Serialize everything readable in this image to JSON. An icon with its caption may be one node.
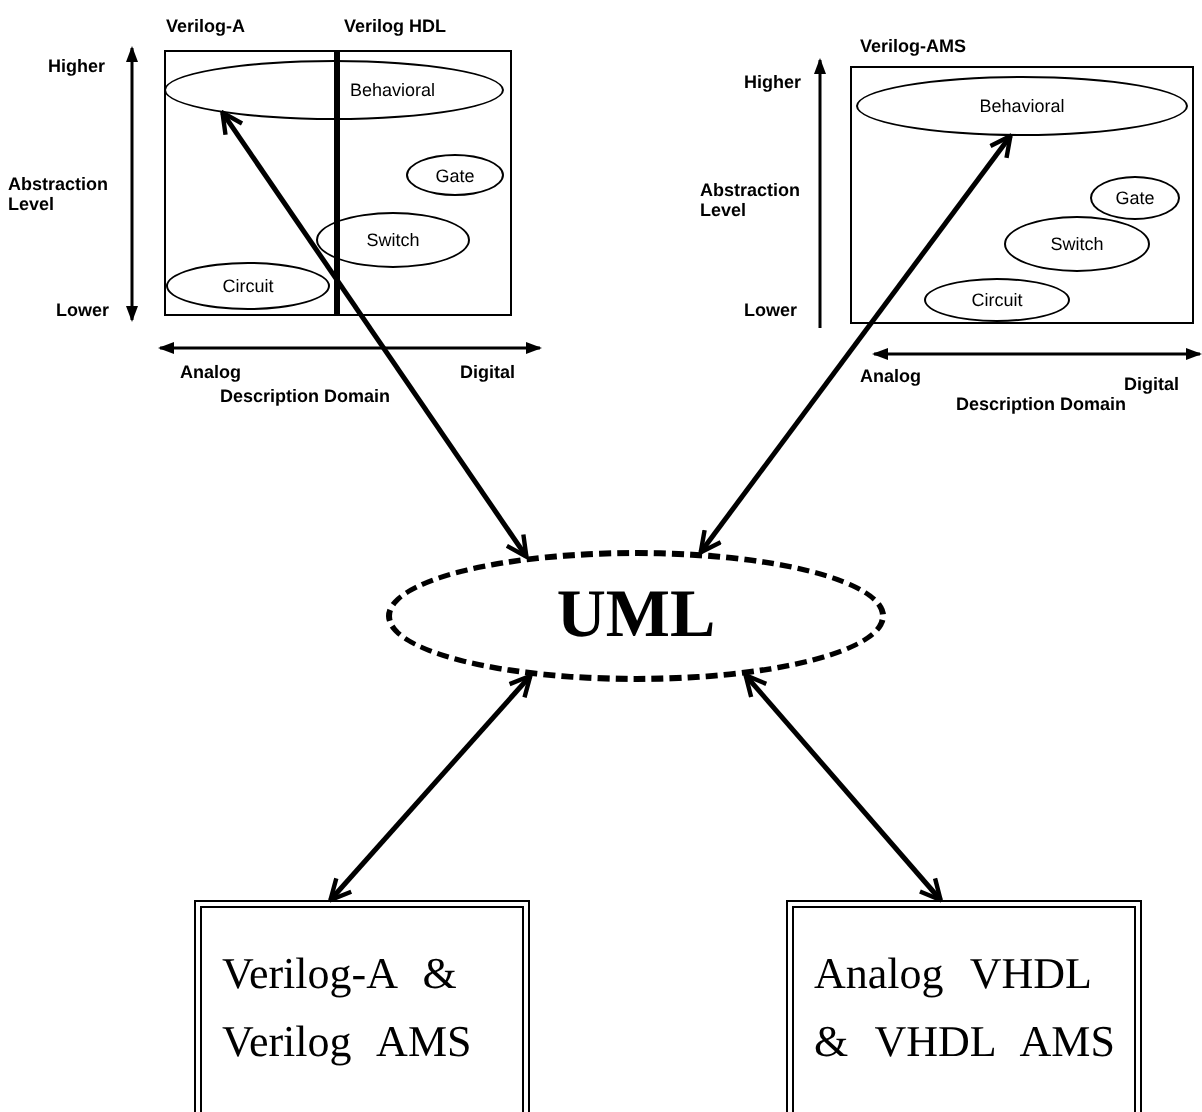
{
  "diagram": {
    "nodes": [
      {
        "text": [
          "Verilog-A",
          "Verilog HDL"
        ]
      },
      {
        "text": [
          "Behavioral"
        ],
        "in": 0
      },
      {
        "text": [
          "Gate"
        ],
        "in": 0
      },
      {
        "text": [
          "Switch"
        ],
        "in": 0
      },
      {
        "text": [
          "Circuit"
        ],
        "in": 0
      },
      {
        "text": [
          "Verilog-AMS"
        ]
      },
      {
        "text": [
          "Behavioral"
        ],
        "in": 5
      },
      {
        "text": [
          "Gate"
        ],
        "in": 5
      },
      {
        "text": [
          "Switch"
        ],
        "in": 5
      },
      {
        "text": [
          "Circuit"
        ],
        "in": 5
      },
      {
        "text": [
          "UML"
        ]
      },
      {
        "text": [
          "Verilog-A & Verilog AMS"
        ]
      },
      {
        "text": [
          "Analog VHDL & VHDL AMS"
        ]
      }
    ],
    "edges": [
      {
        "from": 1,
        "to": 10,
        "arrow": "both"
      },
      {
        "from": 6,
        "to": 10,
        "arrow": "both"
      },
      {
        "from": 10,
        "to": 11,
        "arrow": "both"
      },
      {
        "from": 10,
        "to": 12,
        "arrow": "both"
      }
    ],
    "labels": [
      "Higher",
      "Abstraction Level",
      "Lower",
      "Analog",
      "Digital",
      "Description Domain",
      "Higher",
      "Abstraction Level",
      "Lower",
      "Analog",
      "Digital",
      "Description Domain"
    ]
  }
}
